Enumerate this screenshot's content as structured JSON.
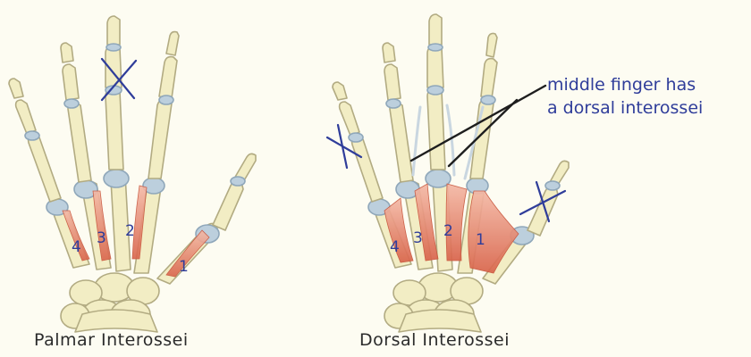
{
  "captions": {
    "palmar": "Palmar Interossei",
    "dorsal": "Dorsal Interossei"
  },
  "annotation": {
    "line1": "middle finger has",
    "line2": "a dorsal interossei"
  },
  "palmar_muscles": [
    "4",
    "3",
    "2",
    "1"
  ],
  "dorsal_muscles": [
    "4",
    "3",
    "2",
    "1"
  ],
  "colors": {
    "bone": "#f2edc4",
    "bone_outline": "#b2ab82",
    "cartilage": "#bccfdd",
    "muscle": "#e0735a",
    "ink": "#2f3d9a"
  }
}
